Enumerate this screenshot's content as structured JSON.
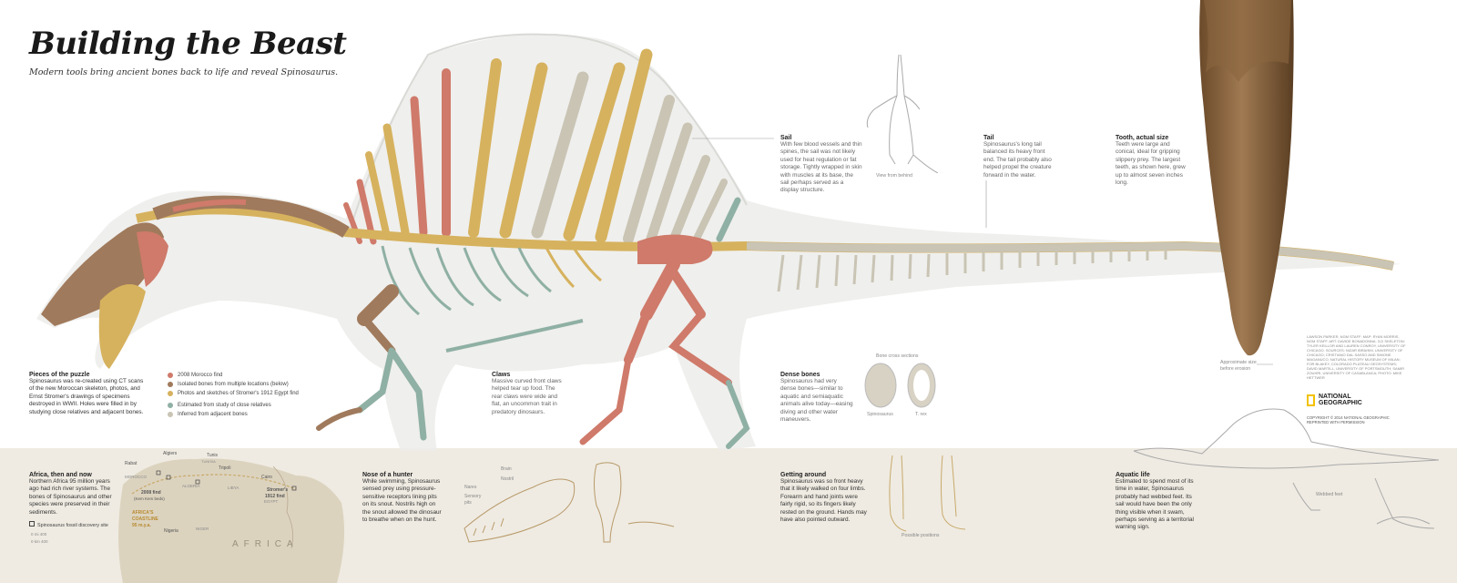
{
  "header": {
    "title": "Building the Beast",
    "subtitle": "Modern tools bring ancient bones back to life and reveal Spinosaurus."
  },
  "colors": {
    "morocco": "#cf7a6a",
    "isolated": "#a07a5c",
    "stromer": "#d6b25e",
    "relatives": "#8fb0a4",
    "adjacent": "#c9c4b4",
    "ground": "#efebe2"
  },
  "pieces": {
    "heading": "Pieces of the puzzle",
    "text": "Spinosaurus was re-created using CT scans of the new Moroccan skeleton, photos, and Ernst Stromer's drawings of specimens destroyed in WWII. Holes were filled in by studying close relatives and adjacent bones.",
    "legend": [
      {
        "label": "2008 Morocco find",
        "color": "#cf7a6a"
      },
      {
        "label": "Isolated bones from multiple locations (below)",
        "color": "#a07a5c"
      },
      {
        "label": "Photos and sketches of Stromer's 1912 Egypt find",
        "color": "#d6b25e"
      },
      {
        "label": "Estimated from study of close relatives",
        "color": "#8fb0a4"
      },
      {
        "label": "Inferred from adjacent bones",
        "color": "#c9c4b4"
      }
    ]
  },
  "sail": {
    "heading": "Sail",
    "text": "With few blood vessels and thin spines, the sail was not likely used for heat regulation or fat storage. Tightly wrapped in skin with muscles at its base, the sail perhaps served as a display structure."
  },
  "view_from_behind": "View from behind",
  "tail": {
    "heading": "Tail",
    "text": "Spinosaurus's long tail balanced its heavy front end. The tail probably also helped propel the creature forward in the water."
  },
  "tooth": {
    "heading": "Tooth, actual size",
    "text": "Teeth were large and conical, ideal for gripping slippery prey. The largest teeth, as shown here, grew up to almost seven inches long.",
    "caption": "Approximate size before erosion"
  },
  "claws": {
    "heading": "Claws",
    "text": "Massive curved front claws helped tear up food. The rear claws were wide and flat, an uncommon trait in predatory dinosaurs."
  },
  "dense": {
    "heading": "Dense bones",
    "text": "Spinosaurus had very dense bones—similar to aquatic and semiaquatic animals alive today—easing diving and other water maneuvers."
  },
  "cross": {
    "heading": "Bone cross sections",
    "left": "Spinosaurus",
    "right": "T. rex"
  },
  "credits": {
    "text": "LAWSON PARKER, NGM STAFF; MAP: RYAN MORRIS, NGM STAFF. ART: DAVIDE BONADONNA. 3-D SKELETON: TYLER KEILLOR AND LAUREN CONROY, UNIVERSITY OF CHICAGO. SOURCES: NIZAR IBRAHIM, UNIVERSITY OF CHICAGO; CRISTIANO DAL SASSO AND SIMONE MAGANUCO, NATURAL HISTORY MUSEUM OF MILAN; FOR BLAKEY, COLORADO PLATEAU GEOSYSTEMS; DAVID MARTILL, UNIVERSITY OF PORTSMOUTH; SAMIR ZOUHRI, UNIVERSITY OF CASABLANCA; PHOTO: MIKE HETTWER",
    "logo": "NATIONAL GEOGRAPHIC",
    "copyright": "COPYRIGHT © 2014 NATIONAL GEOGRAPHIC REPRINTED WITH PERMISSION"
  },
  "africa": {
    "heading": "Africa, then and now",
    "text": "Northern Africa 95 million years ago had rich river systems. The bones of Spinosaurus and other species were preserved in their sediments.",
    "legend": "Spinosaurus fossil discovery site",
    "scale_top": "0 mi   400",
    "scale_bottom": "0 km   400",
    "map_labels": {
      "algiers": "Algiers",
      "tunis": "Tunis",
      "rabat": "Rabat",
      "tripoli": "Tripoli",
      "cairo": "Cairo",
      "morocco": "MOROCCO",
      "algeria": "ALGERIA",
      "libya": "LIBYA",
      "egypt": "EGYPT",
      "tunisia": "TUNISIA",
      "find2008": "2008 find",
      "kem": "(Kem Kem beds)",
      "stromer": "Stromer's",
      "stromer2": "1912 find",
      "coast": "AFRICA'S",
      "coast2": "COASTLINE",
      "mya": "95 m.y.a.",
      "niger": "NIGER",
      "nigeria": "Nigeria",
      "continent": "AFRICA"
    }
  },
  "nose": {
    "heading": "Nose of a hunter",
    "text": "While swimming, Spinosaurus sensed prey using pressure-sensitive receptors lining pits on its snout. Nostrils high on the snout allowed the dinosaur to breathe when on the hunt.",
    "labels": {
      "brain": "Brain",
      "nostril": "Nostril",
      "nares": "Nares",
      "sensory": "Sensory",
      "pits": "pits"
    }
  },
  "getting": {
    "heading": "Getting around",
    "text": "Spinosaurus was so front heavy that it likely walked on four limbs. Forearm and hand joints were fairly rigid, so its fingers likely rested on the ground. Hands may have also pointed outward.",
    "caption": "Possible positions"
  },
  "aquatic": {
    "heading": "Aquatic life",
    "text": "Estimated to spend most of its time in water, Spinosaurus probably had webbed feet. Its sail would have been the only thing visible when it swam, perhaps serving as a territorial warning sign.",
    "caption": "Webbed feet"
  }
}
